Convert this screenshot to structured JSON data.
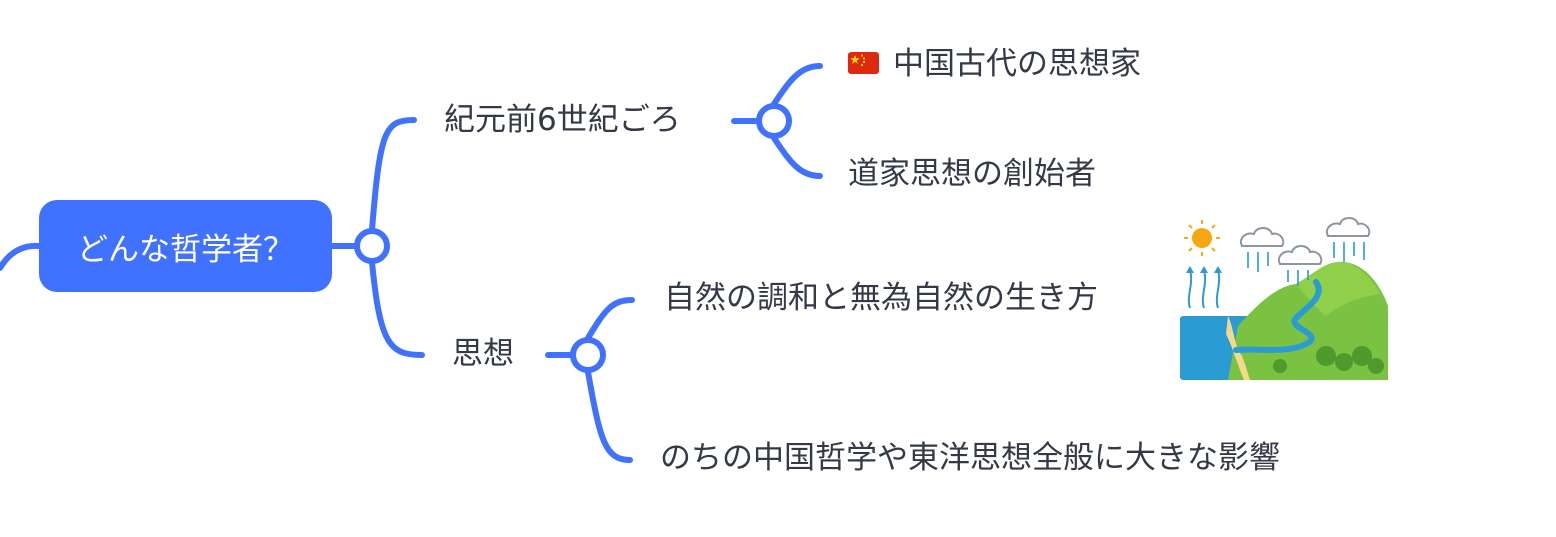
{
  "root": {
    "label": "どんな哲学者？"
  },
  "branches": [
    {
      "label": "紀元前6世紀ごろ",
      "children": [
        {
          "label": "中国古代の思想家",
          "icon": "china-flag-icon"
        },
        {
          "label": "道家思想の創始者"
        }
      ]
    },
    {
      "label": "思想",
      "children": [
        {
          "label": "自然の調和と無為自然の生き方",
          "image": "nature-water-cycle-illustration"
        },
        {
          "label": "のちの中国哲学や東洋思想全般に大きな影響"
        }
      ]
    }
  ],
  "colors": {
    "accent": "#4172ff",
    "text": "#333a45",
    "background": "#ffffff"
  }
}
